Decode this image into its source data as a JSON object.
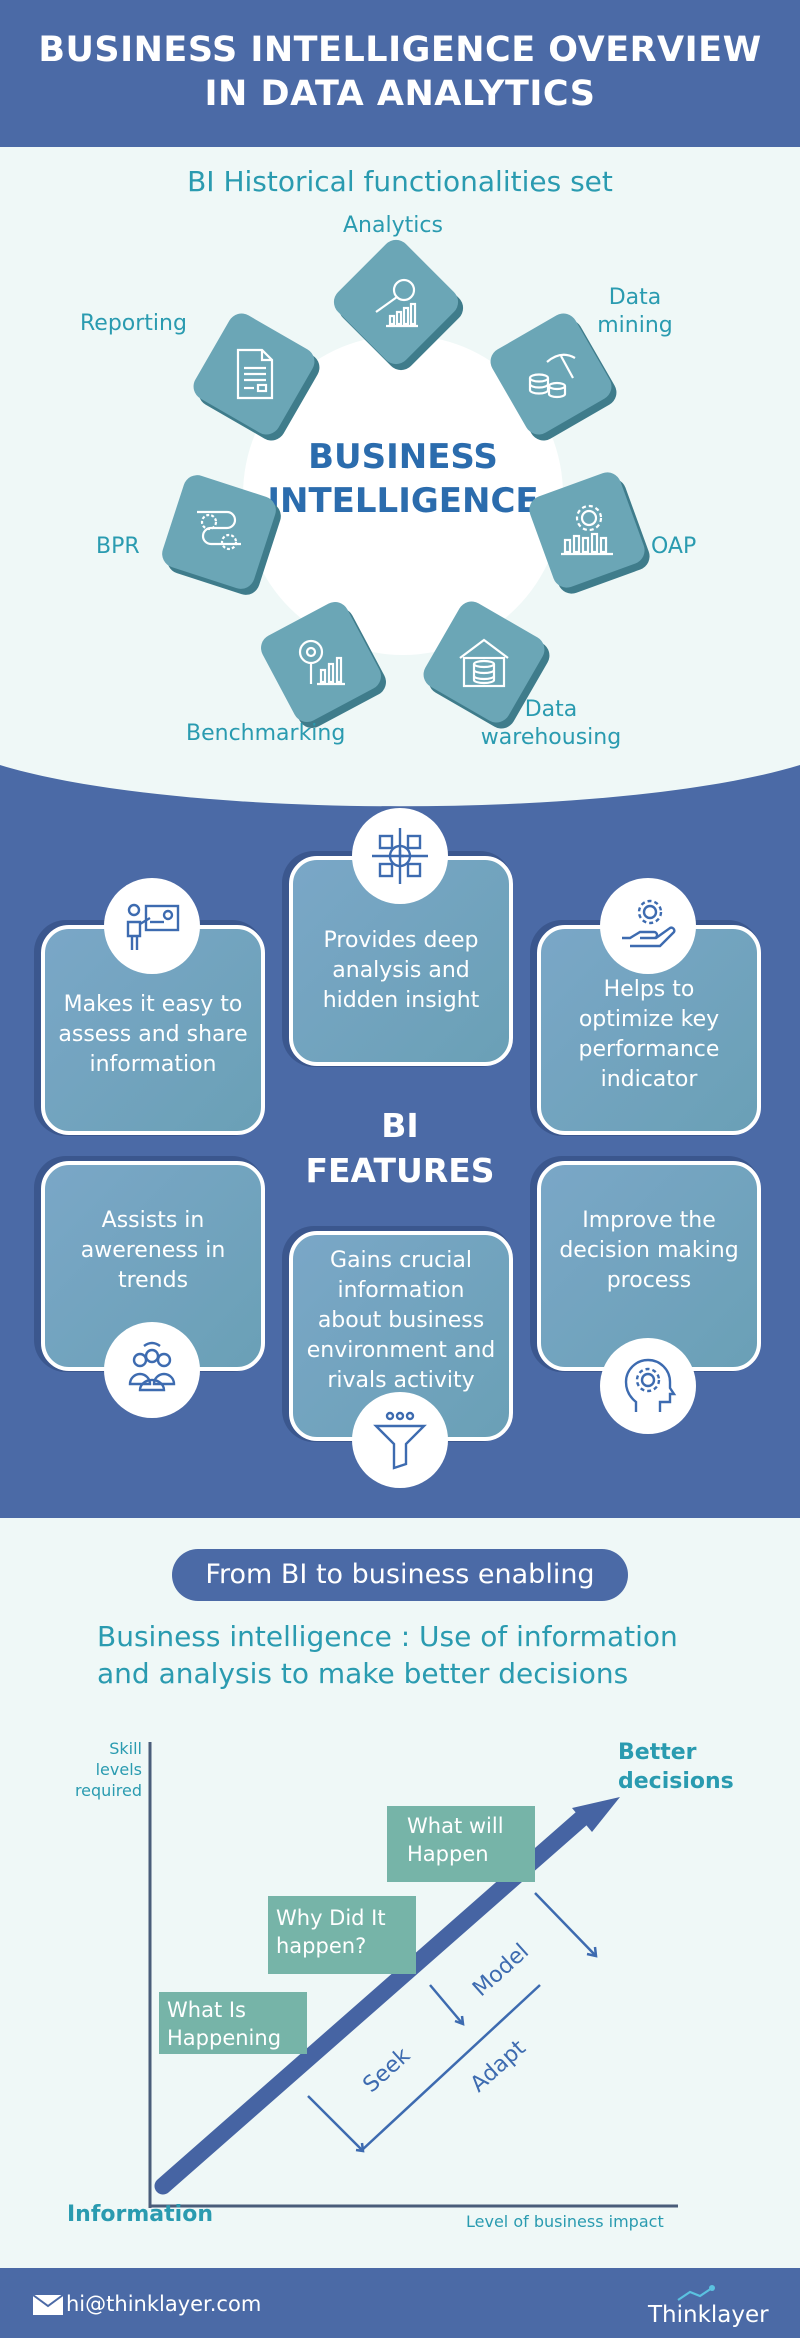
{
  "header": {
    "title_line1": "BUSINESS INTELLIGENCE OVERVIEW",
    "title_line2": "IN DATA ANALYTICS"
  },
  "historical": {
    "title": "BI Historical functionalities set",
    "center_line1": "BUSINESS",
    "center_line2": "INTELLIGENCE",
    "items": [
      {
        "label": "Analytics",
        "icon": "magnifier-chart-icon"
      },
      {
        "label": "Data mining",
        "line1": "Data",
        "line2": "mining",
        "icon": "pickaxe-coins-icon"
      },
      {
        "label": "OAP",
        "icon": "gear-chart-icon"
      },
      {
        "label": "Data warehousing",
        "line1": "Data",
        "line2": "warehousing",
        "icon": "warehouse-icon"
      },
      {
        "label": "Benchmarking",
        "icon": "stopwatch-chart-icon"
      },
      {
        "label": "BPR",
        "icon": "process-gears-icon"
      },
      {
        "label": "Reporting",
        "icon": "report-document-icon"
      }
    ]
  },
  "features": {
    "title_line1": "BI",
    "title_line2": "FEATURES",
    "items": [
      {
        "text": "Makes it easy to assess and share information",
        "icon": "presentation-icon"
      },
      {
        "text": "Provides deep analysis and hidden insight",
        "icon": "target-icon"
      },
      {
        "text": "Helps to optimize key performance indicator",
        "icon": "hand-gear-icon"
      },
      {
        "text": "Assists in awereness in trends",
        "icon": "team-icon"
      },
      {
        "text": "Gains crucial information about business environment and rivals activity",
        "icon": "funnel-icon"
      },
      {
        "text": "Improve the decision making process",
        "icon": "head-gear-icon"
      }
    ]
  },
  "enabling": {
    "pill": "From BI to business enabling",
    "subtitle_line1": "Business intelligence : Use of information",
    "subtitle_line2": "and analysis to make better decisions",
    "y_axis_line1": "Skill",
    "y_axis_line2": "levels",
    "y_axis_line3": "required",
    "x_axis": "Level of business impact",
    "origin": "Information",
    "goal_line1": "Better",
    "goal_line2": "decisions",
    "questions": [
      {
        "line1": "What Is",
        "line2": "Happening"
      },
      {
        "line1": "Why Did It",
        "line2": "happen?"
      },
      {
        "line1": "What will",
        "line2": "Happen"
      }
    ],
    "steps": [
      "Seek",
      "Model",
      "Adapt"
    ]
  },
  "footer": {
    "email": "hi@thinklayer.com",
    "brand": "Thinklayer"
  },
  "colors": {
    "primary_blue": "#4b6aa6",
    "teal": "#6ba6b6",
    "text_teal": "#2a9bb0",
    "green_box": "#76b4a8",
    "background": "#eff8f7"
  }
}
